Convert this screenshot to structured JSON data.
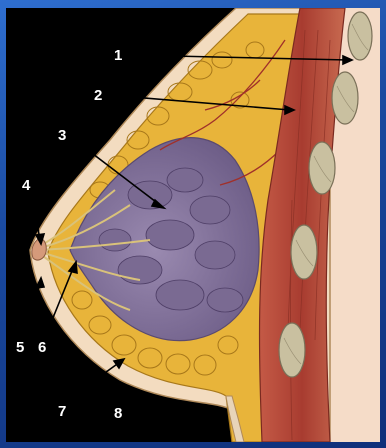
{
  "labels": [
    {
      "id": "1",
      "text": "1"
    },
    {
      "id": "2",
      "text": "2"
    },
    {
      "id": "3",
      "text": "3"
    },
    {
      "id": "4",
      "text": "4"
    },
    {
      "id": "5",
      "text": "5"
    },
    {
      "id": "6",
      "text": "6"
    },
    {
      "id": "7",
      "text": "7"
    },
    {
      "id": "8",
      "text": "8"
    }
  ],
  "colors": {
    "background_frame": "#1f4fa0",
    "panel": "#000000",
    "skin": "#f3dcc0",
    "fat": "#e8b43a",
    "fat_outline": "#a8781a",
    "gland": "#8a7aa0",
    "muscle": "#b84a3a",
    "rib": "#c9c0a0",
    "body_tissue": "#f5dcc8",
    "label": "#ffffff",
    "leader_line": "#000000"
  }
}
